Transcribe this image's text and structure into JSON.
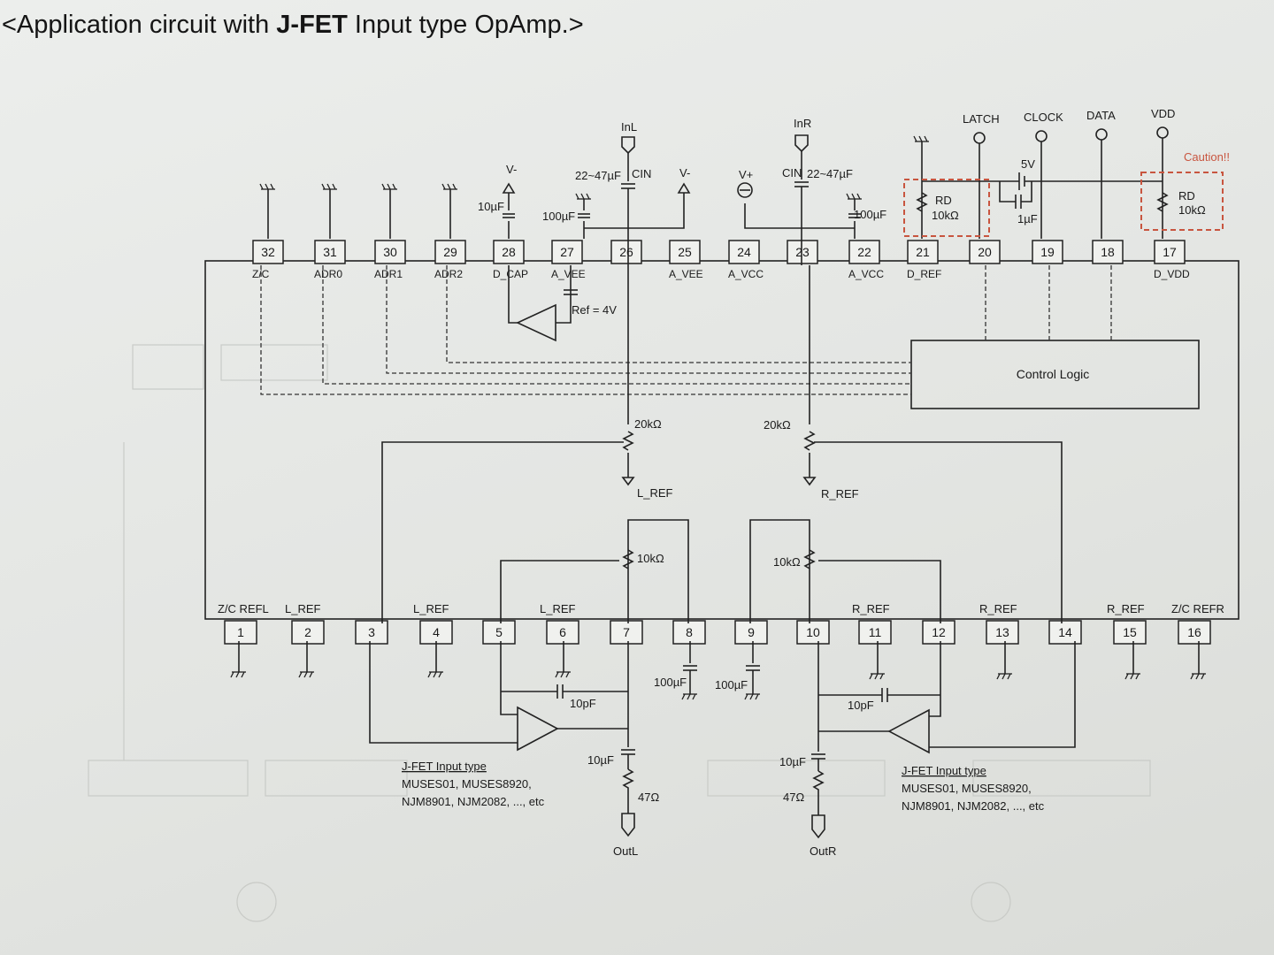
{
  "title": {
    "prefix": "<Application circuit with ",
    "bold": "J-FET",
    "suffix": " Input type OpAmp.>"
  },
  "pins_top": [
    {
      "num": "32",
      "label": "Z/C"
    },
    {
      "num": "31",
      "label": "ADR0"
    },
    {
      "num": "30",
      "label": "ADR1"
    },
    {
      "num": "29",
      "label": "ADR2"
    },
    {
      "num": "28",
      "label": "D_CAP"
    },
    {
      "num": "27",
      "label": "A_VEE"
    },
    {
      "num": "26",
      "label": ""
    },
    {
      "num": "25",
      "label": "A_VEE"
    },
    {
      "num": "24",
      "label": "A_VCC"
    },
    {
      "num": "23",
      "label": ""
    },
    {
      "num": "22",
      "label": "A_VCC"
    },
    {
      "num": "21",
      "label": "D_REF"
    },
    {
      "num": "20",
      "label": ""
    },
    {
      "num": "19",
      "label": ""
    },
    {
      "num": "18",
      "label": ""
    },
    {
      "num": "17",
      "label": "D_VDD"
    }
  ],
  "pins_bottom": [
    {
      "num": "1",
      "label": "Z/C REFL"
    },
    {
      "num": "2",
      "label": "L_REF"
    },
    {
      "num": "3",
      "label": ""
    },
    {
      "num": "4",
      "label": "L_REF"
    },
    {
      "num": "5",
      "label": ""
    },
    {
      "num": "6",
      "label": "L_REF"
    },
    {
      "num": "7",
      "label": ""
    },
    {
      "num": "8",
      "label": ""
    },
    {
      "num": "9",
      "label": ""
    },
    {
      "num": "10",
      "label": ""
    },
    {
      "num": "11",
      "label": "R_REF"
    },
    {
      "num": "12",
      "label": ""
    },
    {
      "num": "13",
      "label": "R_REF"
    },
    {
      "num": "14",
      "label": ""
    },
    {
      "num": "15",
      "label": "R_REF"
    },
    {
      "num": "16",
      "label": "Z/C REFR"
    }
  ],
  "signals": {
    "inl": "InL",
    "inr": "InR",
    "latch": "LATCH",
    "clock": "CLOCK",
    "data": "DATA",
    "vdd": "VDD",
    "outl": "OutL",
    "outr": "OutR",
    "v_minus": "V-",
    "v_plus": "V+"
  },
  "components": {
    "c_10uf": "10µF",
    "c_100uf": "100µF",
    "c_in_range": "22~47µF",
    "c_in": "CIN",
    "c_1uf": "1µF",
    "v_5v": "5V",
    "r_d": "RD",
    "r_10k": "10kΩ",
    "r_20k": "20kΩ",
    "c_10pf": "10pF",
    "r_47": "47Ω",
    "ref_4v": "Ref = 4V",
    "caution": "Caution!!",
    "l_ref": "L_REF",
    "r_ref": "R_REF"
  },
  "control_logic": "Control Logic",
  "opamp_note": {
    "heading": "J-FET Input type",
    "line1": "MUSES01, MUSES8920,",
    "line2": "NJM8901, NJM2082, ..., etc"
  },
  "colors": {
    "ink": "#222222",
    "caution": "#c8553f",
    "paper": "#e6e7e4"
  }
}
